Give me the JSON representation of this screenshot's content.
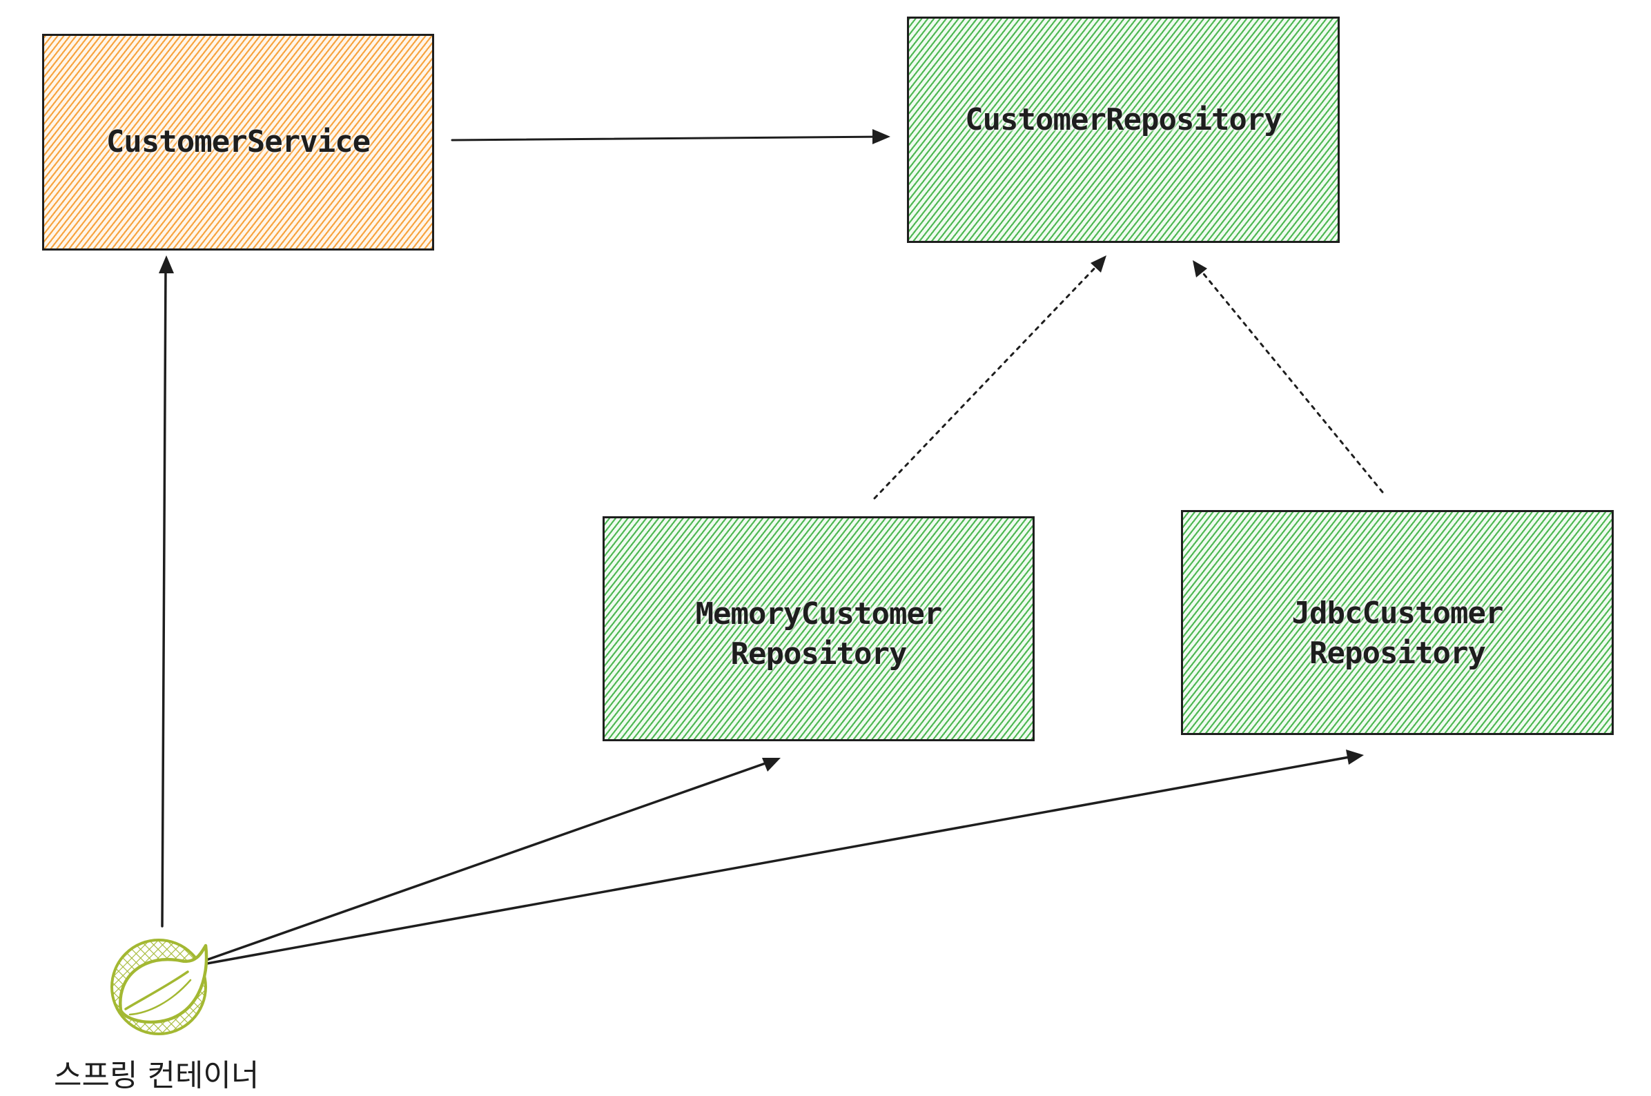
{
  "nodes": {
    "customer_service": {
      "label": "CustomerService"
    },
    "customer_repository": {
      "label": "CustomerRepository"
    },
    "memory_customer_repository": {
      "line1": "MemoryCustomer",
      "line2": "Repository"
    },
    "jdbc_customer_repository": {
      "line1": "JdbcCustomer",
      "line2": "Repository"
    }
  },
  "container": {
    "label": "스프링 컨테이너",
    "icon": "spring-leaf-icon"
  },
  "edges": [
    {
      "from": "customer_service",
      "to": "customer_repository",
      "style": "solid"
    },
    {
      "from": "memory_customer_repository",
      "to": "customer_repository",
      "style": "dotted"
    },
    {
      "from": "jdbc_customer_repository",
      "to": "customer_repository",
      "style": "dotted"
    },
    {
      "from": "container",
      "to": "customer_service",
      "style": "solid"
    },
    {
      "from": "container",
      "to": "memory_customer_repository",
      "style": "solid"
    },
    {
      "from": "container",
      "to": "jdbc_customer_repository",
      "style": "solid"
    }
  ],
  "colors": {
    "service_fill": "#f7a037",
    "repository_fill": "#46b44b",
    "spring_leaf": "#a3b832",
    "stroke": "#1e1e1e"
  }
}
